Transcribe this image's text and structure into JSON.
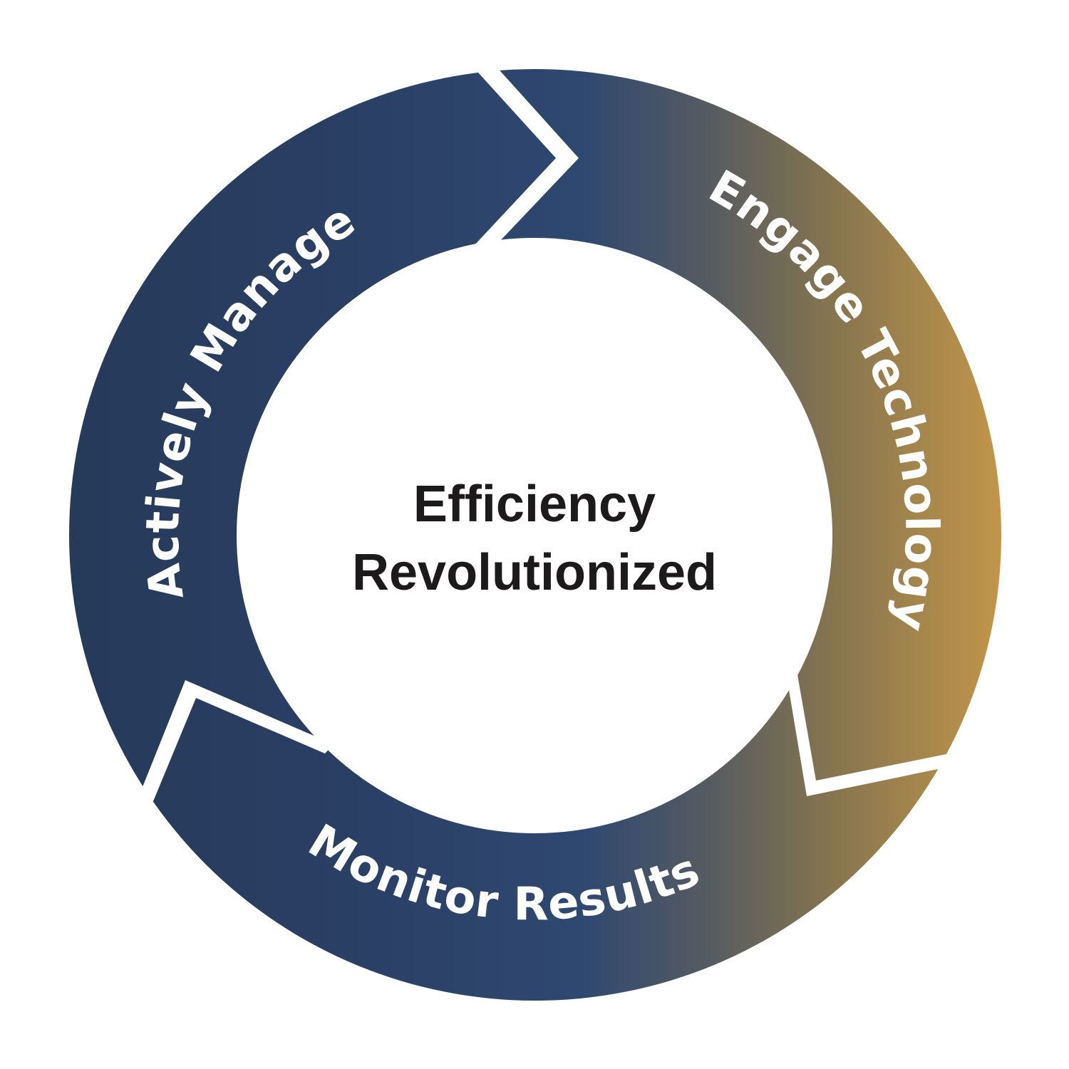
{
  "diagram": {
    "type": "cycle",
    "center": {
      "line1": "Efficiency",
      "line2": "Revolutionized"
    },
    "segments": [
      {
        "id": "actively-manage",
        "label": "Actively Manage",
        "position": "left/top-left"
      },
      {
        "id": "engage-technology",
        "label": "Engage Technology",
        "position": "top-right/right"
      },
      {
        "id": "monitor-results",
        "label": "Monitor Results",
        "position": "bottom"
      }
    ],
    "flow_direction": "clockwise",
    "colors": {
      "navy_dark": "#263a5a",
      "navy_mid": "#2f4870",
      "slate": "#5b5e62",
      "gold": "#c2954a",
      "separator": "#ffffff",
      "center_text": "#1c1a1b"
    }
  }
}
